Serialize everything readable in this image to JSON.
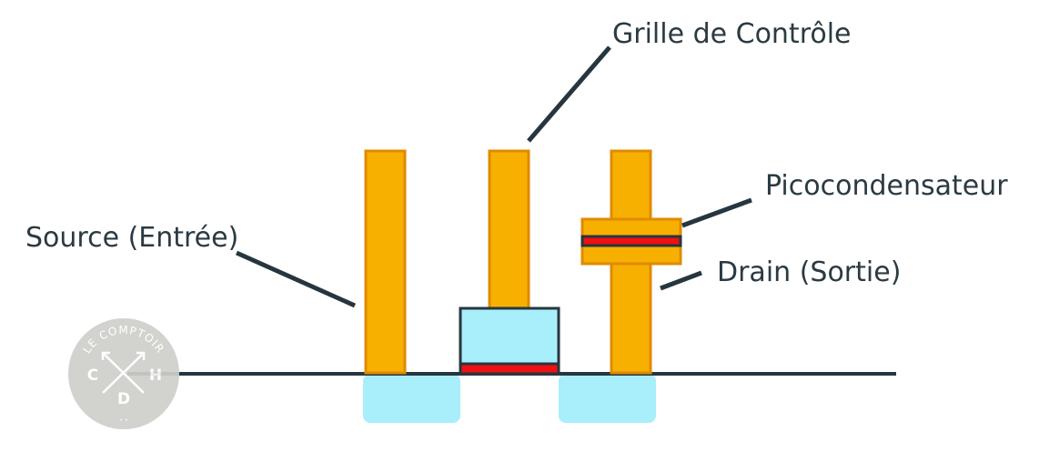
{
  "labels": {
    "gate": "Grille de Contrôle",
    "capacitor": "Picocondensateur",
    "source": "Source (Entrée)",
    "drain": "Drain (Sortie)"
  },
  "watermark": {
    "arc_text": "LE COMPTOIR",
    "letter_left": "C",
    "letter_right": "H",
    "letter_bottom": "D",
    "dots": "• •"
  },
  "colors": {
    "conductor": "#f7b000",
    "conductor_outline": "#e08a00",
    "doped_region": "#a9eefb",
    "oxide_layer": "#ee1111",
    "line": "#26363f",
    "watermark": "#cfcfca"
  }
}
